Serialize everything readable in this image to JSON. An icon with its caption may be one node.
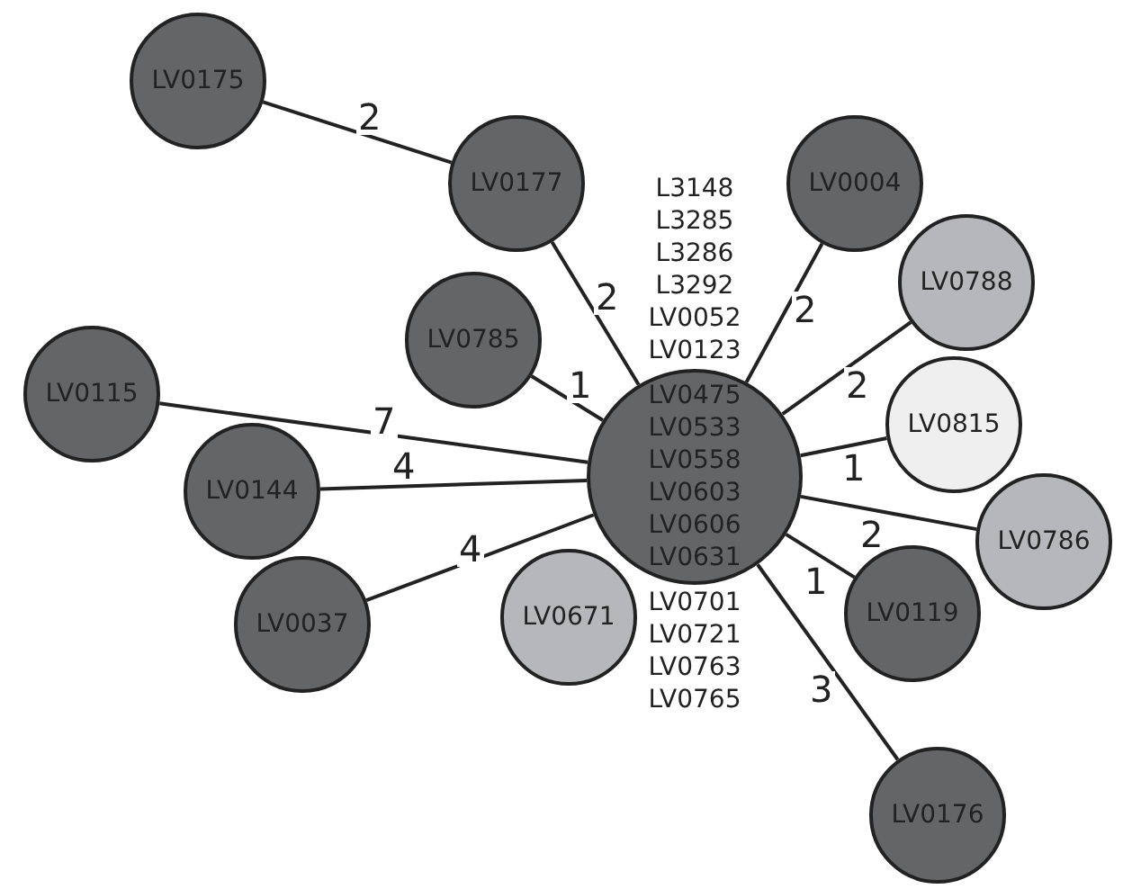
{
  "diagram": {
    "nodes": [
      {
        "text": [
          "LV0175"
        ]
      },
      {
        "text": [
          "LV0177"
        ]
      },
      {
        "text": [
          "LV0004"
        ]
      },
      {
        "text": [
          "LV0785"
        ]
      },
      {
        "text": [
          "LV0788"
        ]
      },
      {
        "text": [
          "LV0115"
        ]
      },
      {
        "text": [
          "LV0475",
          "LV0533",
          "LV0558",
          "LV0603",
          "LV0606",
          "LV0631"
        ],
        "beside": [
          "L3148",
          "L3285",
          "L3286",
          "L3292",
          "LV0052",
          "LV0123",
          "LV0701",
          "LV0721",
          "LV0763",
          "LV0765"
        ]
      },
      {
        "text": [
          "LV0815"
        ]
      },
      {
        "text": [
          "LV0144"
        ]
      },
      {
        "text": [
          "LV0671"
        ]
      },
      {
        "text": [
          "LV0786"
        ]
      },
      {
        "text": [
          "LV0037"
        ]
      },
      {
        "text": [
          "LV0119"
        ]
      },
      {
        "text": [
          "LV0176"
        ]
      }
    ],
    "edges": [
      {
        "from": 0,
        "to": 1,
        "arrow": "none",
        "label": "2"
      },
      {
        "from": 1,
        "to": 6,
        "arrow": "none",
        "label": "2"
      },
      {
        "from": 6,
        "to": 2,
        "arrow": "none",
        "label": "2"
      },
      {
        "from": 3,
        "to": 6,
        "arrow": "none",
        "label": "1"
      },
      {
        "from": 6,
        "to": 4,
        "arrow": "none",
        "label": "2"
      },
      {
        "from": 5,
        "to": 6,
        "arrow": "none",
        "label": "7"
      },
      {
        "from": 6,
        "to": 7,
        "arrow": "none",
        "label": "1"
      },
      {
        "from": 8,
        "to": 6,
        "arrow": "none",
        "label": "4"
      },
      {
        "from": 6,
        "to": 10,
        "arrow": "none",
        "label": "2"
      },
      {
        "from": 11,
        "to": 6,
        "arrow": "none",
        "label": "4"
      },
      {
        "from": 6,
        "to": 12,
        "arrow": "none",
        "label": "1"
      },
      {
        "from": 6,
        "to": 13,
        "arrow": "none",
        "label": "3"
      }
    ]
  }
}
